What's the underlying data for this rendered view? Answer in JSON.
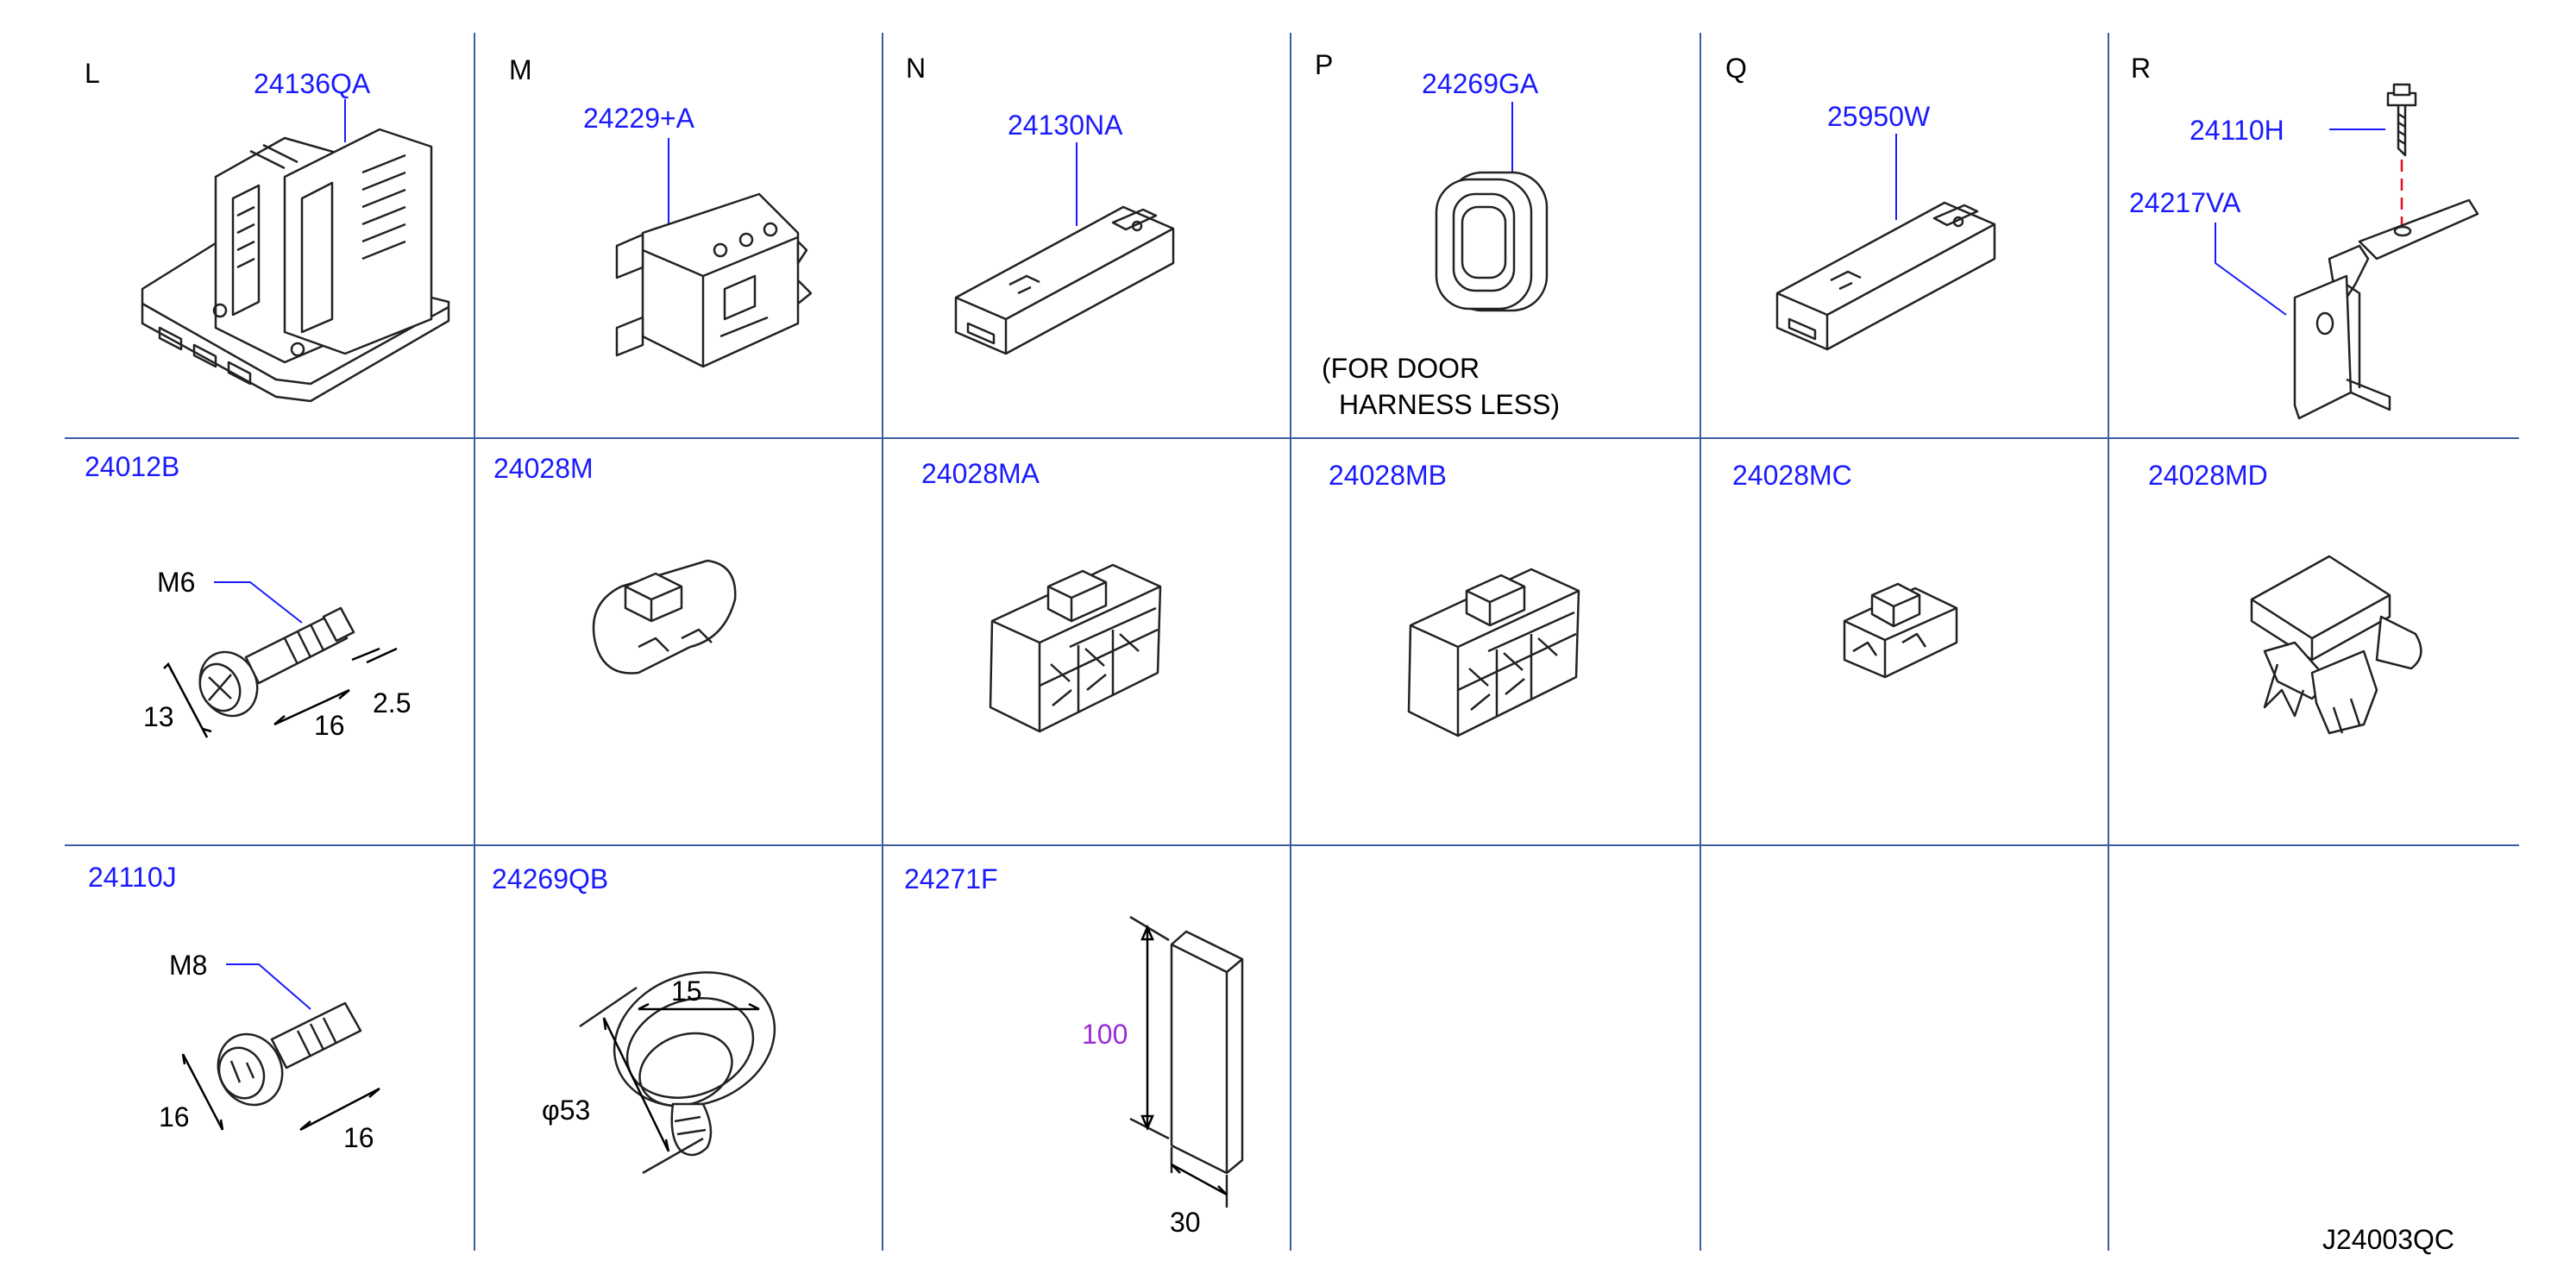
{
  "cells": {
    "L": {
      "letter": "L",
      "part": "24136QA"
    },
    "M": {
      "letter": "M",
      "part": "24229+A"
    },
    "N": {
      "letter": "N",
      "part": "24130NA"
    },
    "P": {
      "letter": "P",
      "part": "24269GA",
      "note1": "(FOR  DOOR",
      "note2": "HARNESS  LESS)"
    },
    "Q": {
      "letter": "Q",
      "part": "25950W"
    },
    "R": {
      "letter": "R",
      "part1": "24110H",
      "part2": "24217VA"
    },
    "r2c1": {
      "part": "24012B",
      "thread": "M6",
      "d1": "13",
      "d2": "16",
      "d3": "2.5"
    },
    "r2c2": {
      "part": "24028M"
    },
    "r2c3": {
      "part": "24028MA"
    },
    "r2c4": {
      "part": "24028MB"
    },
    "r2c5": {
      "part": "24028MC"
    },
    "r2c6": {
      "part": "24028MD"
    },
    "r3c1": {
      "part": "24110J",
      "thread": "M8",
      "d1": "16",
      "d2": "16"
    },
    "r3c2": {
      "part": "24269QB",
      "d1": "15",
      "d2": "φ53"
    },
    "r3c3": {
      "part": "24271F",
      "d1": "100",
      "d2": "30"
    }
  },
  "footer": {
    "code": "J24003QC"
  },
  "colors": {
    "part_number": "#1a1aff",
    "grid": "#3a5f9f",
    "dimension_accent": "#9a2bd6"
  }
}
